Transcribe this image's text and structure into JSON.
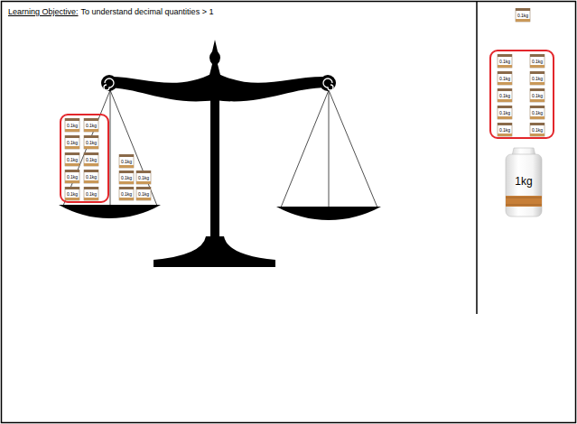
{
  "diagram": {
    "title": "Learning Objective:",
    "nodes": [
      {
        "text": []
      },
      {
        "text": [
          "0.1kg"
        ],
        "in": 0
      },
      {
        "text": [
          "0.1kg"
        ],
        "in": 0
      },
      {
        "text": [
          "0.1kg"
        ],
        "in": 0
      },
      {
        "text": [
          "0.1kg"
        ],
        "in": 0
      },
      {
        "text": [
          "0.1kg"
        ],
        "in": 0
      },
      {
        "text": [
          "0.1kg"
        ],
        "in": 0
      },
      {
        "text": [
          "0.1kg"
        ],
        "in": 0
      },
      {
        "text": [
          "0.1kg"
        ],
        "in": 0
      },
      {
        "text": [
          "0.1kg"
        ],
        "in": 0
      },
      {
        "text": [
          "0.1kg"
        ],
        "in": 0
      },
      {
        "text": [
          "0.1kg"
        ]
      },
      {
        "text": [
          "0.1kg"
        ]
      },
      {
        "text": [
          "0.1kg"
        ]
      },
      {
        "text": [
          "0.1kg"
        ]
      },
      {
        "text": [
          "0.1kg"
        ]
      },
      {
        "text": [
          "0.1kg"
        ]
      },
      {
        "text": []
      },
      {
        "text": [
          "0.1kg"
        ],
        "in": 17
      },
      {
        "text": [
          "0.1kg"
        ],
        "in": 17
      },
      {
        "text": [
          "0.1kg"
        ],
        "in": 17
      },
      {
        "text": [
          "0.1kg"
        ],
        "in": 17
      },
      {
        "text": [
          "0.1kg"
        ],
        "in": 17
      },
      {
        "text": [
          "0.1kg"
        ],
        "in": 17
      },
      {
        "text": [
          "0.1kg"
        ],
        "in": 17
      },
      {
        "text": [
          "0.1kg"
        ],
        "in": 17
      },
      {
        "text": [
          "0.1kg"
        ],
        "in": 17
      },
      {
        "text": [
          "0.1kg"
        ],
        "in": 17
      },
      {
        "text": [
          "1kg"
        ]
      }
    ],
    "labels": [
      "To understand decimal quantities > 1"
    ]
  }
}
